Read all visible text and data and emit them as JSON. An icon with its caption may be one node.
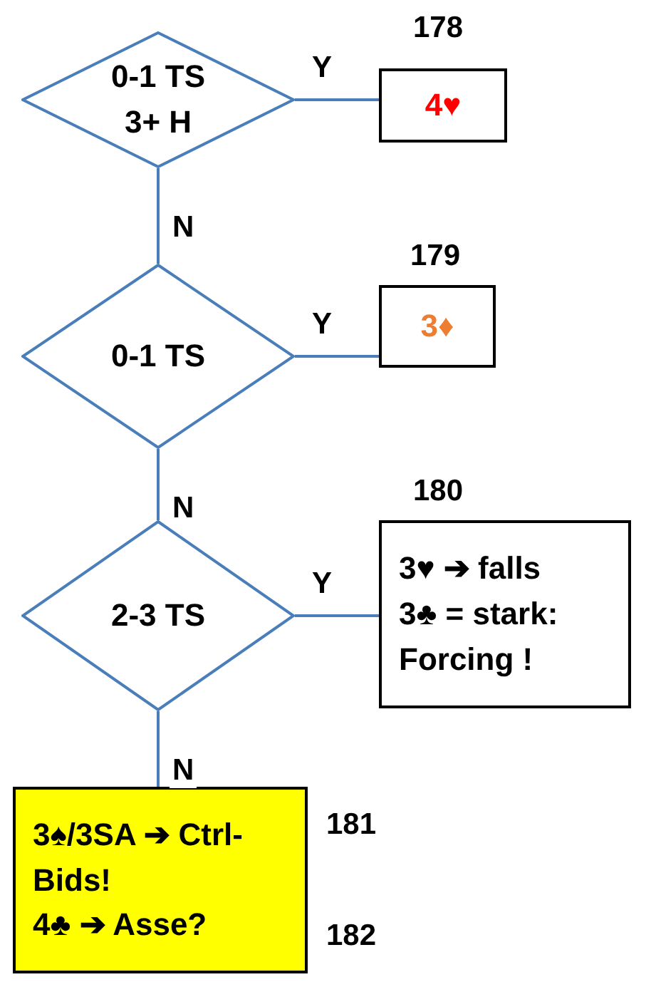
{
  "diagram": {
    "nodes": [
      {
        "text": [
          "0-1 TS",
          "3+ H"
        ]
      },
      {
        "text": [
          "4♥"
        ],
        "beside": [
          "178"
        ]
      },
      {
        "text": [
          "0-1 TS"
        ]
      },
      {
        "text": [
          "3♦"
        ],
        "beside": [
          "179"
        ]
      },
      {
        "text": [
          "2-3 TS"
        ]
      },
      {
        "text": [
          "3♥ ➔ falls",
          "3♣ = stark:",
          "Forcing !"
        ],
        "beside": [
          "180"
        ]
      },
      {
        "text": [
          "3♠/3SA ➔ Ctrl-Bids!",
          "4♣ ➔ Asse?"
        ],
        "beside": [
          "181",
          "182"
        ]
      }
    ],
    "edges": [
      {
        "from": 0,
        "to": 1,
        "arrow": "none",
        "label": "Y"
      },
      {
        "from": 0,
        "to": 2,
        "arrow": "none",
        "label": "N"
      },
      {
        "from": 2,
        "to": 3,
        "arrow": "none",
        "label": "Y"
      },
      {
        "from": 2,
        "to": 4,
        "arrow": "none",
        "label": "N"
      },
      {
        "from": 4,
        "to": 5,
        "arrow": "none",
        "label": "Y"
      },
      {
        "from": 4,
        "to": 6,
        "arrow": "none",
        "label": "N"
      }
    ]
  }
}
